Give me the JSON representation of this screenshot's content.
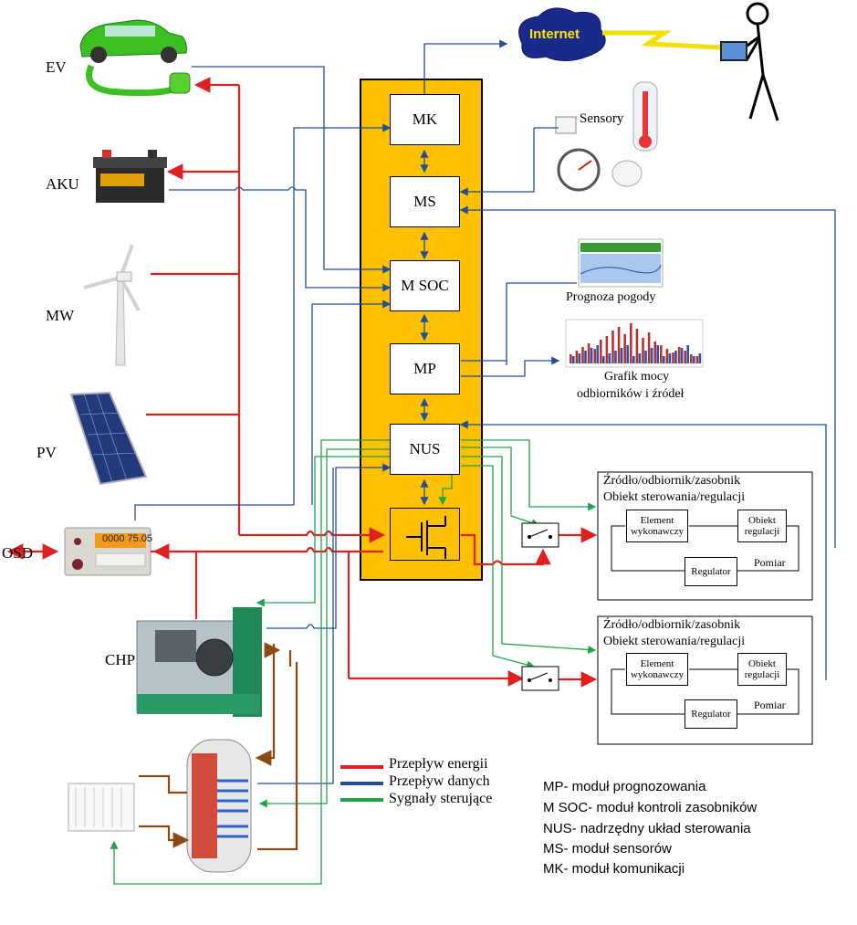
{
  "colors": {
    "energy": "#e02020",
    "data": "#1f4e9a",
    "control": "#21a34a",
    "controller_panel": "#ffc000",
    "heat": "#8a4a12"
  },
  "sources": {
    "ev": "EV",
    "aku": "AKU",
    "mw": "MW",
    "pv": "PV",
    "osd": "OSD",
    "chp": "CHP"
  },
  "internet": "Internet",
  "sensors_label": "Sensory",
  "meter_display": "0000 75.05",
  "modules": {
    "mk": "MK",
    "ms": "MS",
    "msoc": "M SOC",
    "mp": "MP",
    "nus": "NUS"
  },
  "weather_label": "Prognoza pogody",
  "power_chart_label_1": "Grafik mocy",
  "power_chart_label_2": "odbiorników i źródeł",
  "control_objects": [
    {
      "title_1": "Źródło/odbiornik/zasobnik",
      "title_2": "Obiekt sterowania/regulacji",
      "actuator": "Element wykonawczy",
      "object": "Obiekt regulacji",
      "regulator": "Regulator",
      "measurement": "Pomiar"
    },
    {
      "title_1": "Źródło/odbiornik/zasobnik",
      "title_2": "Obiekt sterowania/regulacji",
      "actuator": "Element wykonawczy",
      "object": "Obiekt regulacji",
      "regulator": "Regulator",
      "measurement": "Pomiar"
    }
  ],
  "legend": {
    "energy": "Przepływ energii",
    "data": "Przepływ danych",
    "control": "Sygnały sterujące"
  },
  "abbreviations": [
    "MP- moduł prognozowania",
    "M SOC- moduł kontroli zasobników",
    "NUS- nadrzędny układ sterowania",
    "MS- moduł sensorów",
    "MK- moduł komunikacji"
  ]
}
